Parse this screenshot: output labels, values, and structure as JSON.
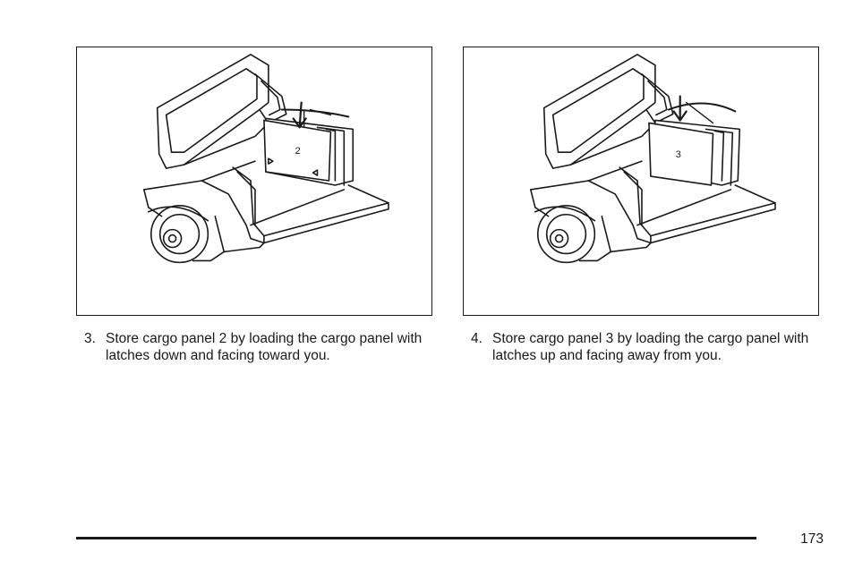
{
  "figures": [
    {
      "panel_label": "2",
      "latch_position": "down"
    },
    {
      "panel_label": "3",
      "latch_position": "up"
    }
  ],
  "steps": [
    {
      "number": "3.",
      "text": "Store cargo panel 2 by loading the cargo panel with latches down and facing toward you."
    },
    {
      "number": "4.",
      "text": "Store cargo panel 3 by loading the cargo panel with latches up and facing away from you."
    }
  ],
  "page_number": "173"
}
